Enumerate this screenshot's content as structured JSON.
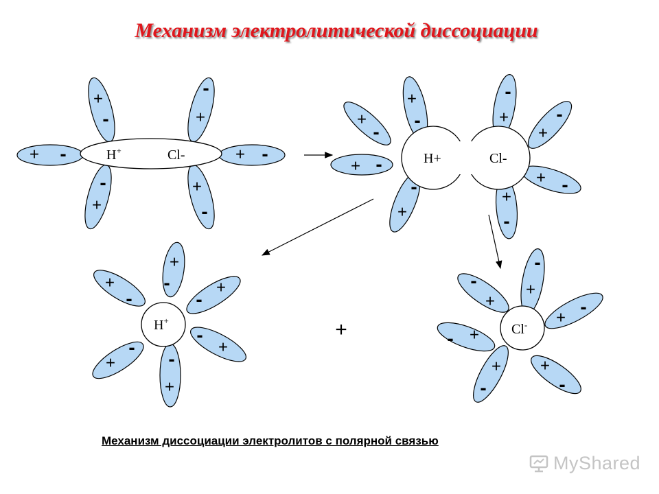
{
  "title": "Механизм электролитической диссоциации",
  "caption": "Механизм диссоциации электролитов с полярной связью",
  "watermark": "MyShared",
  "signs": {
    "plus": "+",
    "minus": "-"
  },
  "combine_sign": "+",
  "labels": {
    "h_ion": "H",
    "h_charge": "+",
    "cl_mol": "Cl-",
    "cl_ion": "Cl",
    "cl_charge": "-"
  }
}
